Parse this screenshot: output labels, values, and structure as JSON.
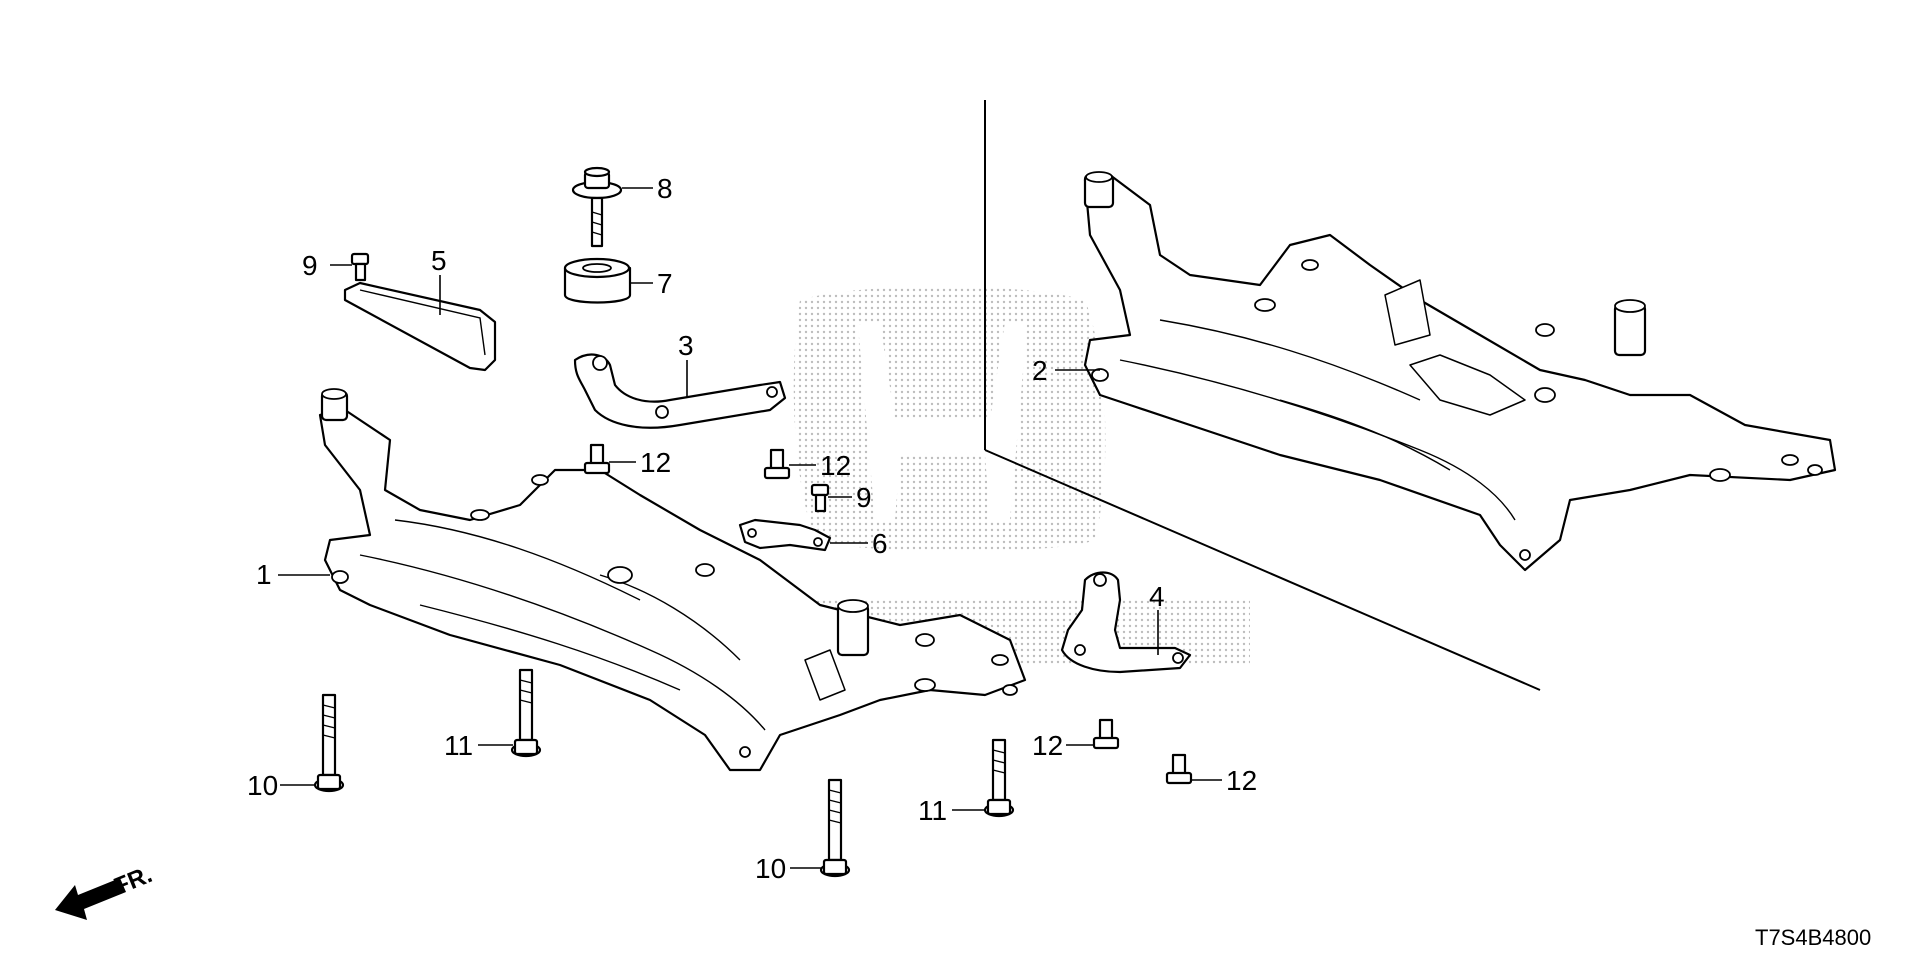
{
  "diagram": {
    "callouts": [
      {
        "id": "c1",
        "text": "1"
      },
      {
        "id": "c2",
        "text": "2"
      },
      {
        "id": "c3",
        "text": "3"
      },
      {
        "id": "c4",
        "text": "4"
      },
      {
        "id": "c5",
        "text": "5"
      },
      {
        "id": "c6",
        "text": "6"
      },
      {
        "id": "c7",
        "text": "7"
      },
      {
        "id": "c8",
        "text": "8"
      },
      {
        "id": "c9a",
        "text": "9"
      },
      {
        "id": "c9b",
        "text": "9"
      },
      {
        "id": "c10a",
        "text": "10"
      },
      {
        "id": "c10b",
        "text": "10"
      },
      {
        "id": "c11a",
        "text": "11"
      },
      {
        "id": "c11b",
        "text": "11"
      },
      {
        "id": "c12a",
        "text": "12"
      },
      {
        "id": "c12b",
        "text": "12"
      },
      {
        "id": "c12c",
        "text": "12"
      },
      {
        "id": "c12d",
        "text": "12"
      }
    ],
    "direction_label": "FR.",
    "figure_code": "T7S4B4800",
    "colors": {
      "ink": "#000000",
      "paper": "#ffffff",
      "watermark": "#bdbdbd"
    }
  }
}
